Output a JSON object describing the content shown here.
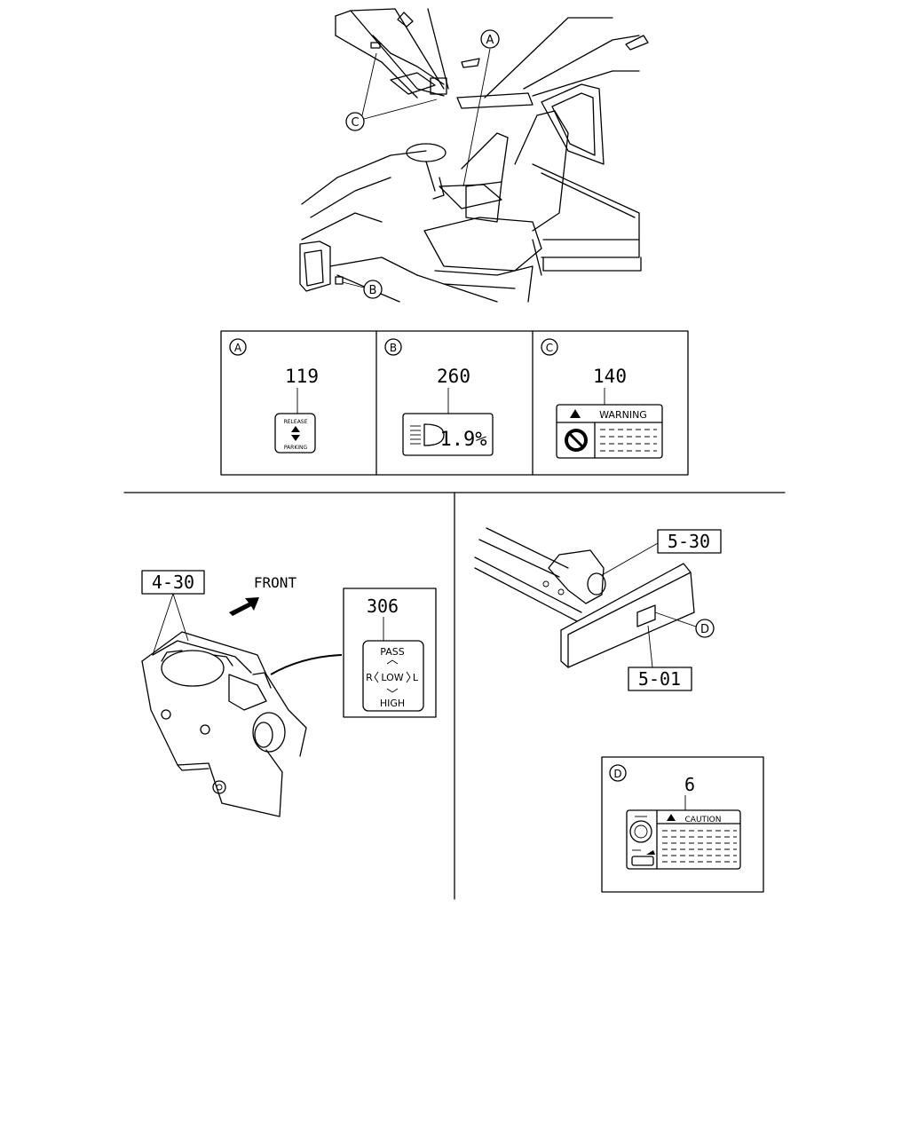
{
  "callouts": {
    "a": "A",
    "b": "B",
    "c": "C",
    "d": "D"
  },
  "labels_table": {
    "a": {
      "letter": "A",
      "number": "119",
      "top": "RELEASE",
      "bottom": "PARKING"
    },
    "b": {
      "letter": "B",
      "number": "260",
      "value": "1.9%"
    },
    "c": {
      "letter": "C",
      "number": "140",
      "title": "WARNING"
    }
  },
  "lower_left": {
    "ref": "4-30",
    "direction": "FRONT",
    "label_number": "306",
    "top": "PASS",
    "left": "R",
    "middle": "LOW",
    "right": "L",
    "bottom": "HIGH"
  },
  "lower_right": {
    "ref_top": "5-30",
    "ref_bottom": "5-01",
    "callout": "D",
    "detail": {
      "letter": "D",
      "number": "6",
      "title": "CAUTION"
    }
  }
}
